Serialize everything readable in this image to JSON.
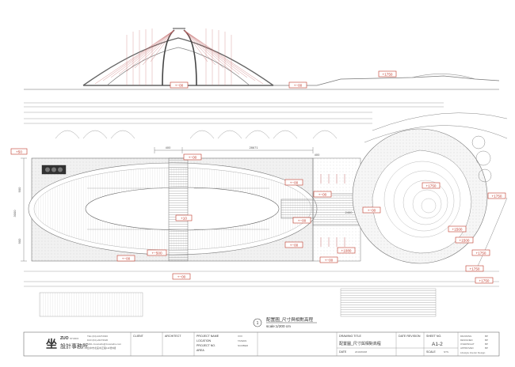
{
  "drawing": {
    "title_cn": "配置圖_尺寸與相對高程",
    "scale_note": "scale:1/200 cm",
    "view_number": "1"
  },
  "levels": {
    "bridge_left": "+−00",
    "bridge_right": "+−00",
    "ramp_top": "+1750",
    "left_edge": "+50",
    "stair_top": "+−00",
    "center_oval": "+10",
    "left_lower": "+−500",
    "bottom_left": "+−00",
    "bottom_center": "+−00",
    "court_upper": "+−00",
    "court_mid": "+−00",
    "court_lower": "+−00",
    "step_a": "+−00",
    "step_b": "+−00",
    "step_c": "+1080",
    "step_d": "+−00",
    "mound_peak": "+1750",
    "mound_mid": "+1500",
    "mound_low": "+1500",
    "far_right_1": "+1750",
    "far_right_2": "+1750",
    "far_right_3": "+1750",
    "far_right_4": "+1750"
  },
  "dimensions": {
    "top_a": "400",
    "top_total": "28671",
    "top_b": "400",
    "left_a": "900",
    "left_b": "3000",
    "left_c": "900",
    "right_gap": "2400"
  },
  "firm": {
    "logo_glyph": "坐",
    "name_en": "ZUO",
    "name_suffix": "STUDIO",
    "name_cn": "設計事務所",
    "tel": "TEL:(04)-22272020",
    "fax": "FAX:(04)-22272020",
    "mail": "MAIL:zuostudio@zuostudio.com",
    "address": "台中市北區中正路111號3樓"
  },
  "titleblock": {
    "client": "CLIENT",
    "architect": "ARCHITECT",
    "project_name": "PROJECT NAME",
    "location": "LOCATION",
    "project_no": "PROJECT NO.",
    "area": "AREA",
    "pn_value": "XXX",
    "loc_value": "TAIWAN",
    "no_value": "NUMBER",
    "drawing_title": "DRAWING TITLE",
    "date_revision": "DATE REVISION",
    "sheet_no": "SHEET NO.",
    "date_label": "DATE",
    "date_value": "2016/09/08",
    "scale_label": "SCALE",
    "scale_value": "NTS",
    "sheet_value": "A1-2",
    "drawn": "DRAWING",
    "designed": "DESIGNED",
    "oversight": "OVERSIGHT",
    "approved": "APPROVED",
    "initials": "BP",
    "credit": "Lifestyle Interior Design"
  }
}
